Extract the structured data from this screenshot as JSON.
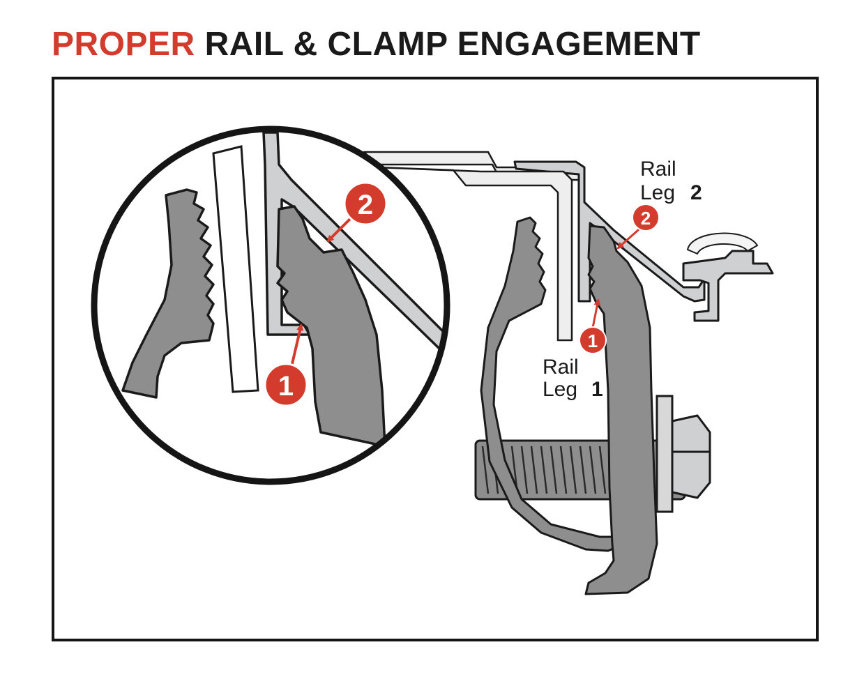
{
  "title": {
    "accent": "PROPER",
    "rest": "RAIL & CLAMP ENGAGEMENT"
  },
  "labels": {
    "rail_leg_1": {
      "word1": "Rail",
      "word2": "Leg",
      "num": "1"
    },
    "rail_leg_2": {
      "word1": "Rail",
      "word2": "Leg",
      "num": "2"
    }
  },
  "markers": {
    "callout_1": "1",
    "callout_2": "2",
    "detail_1": "1",
    "detail_2": "2"
  },
  "colors": {
    "accent_red": "#d33b2c",
    "clamp_gray": "#8e8e8e",
    "rail_gray": "#cfd0d1",
    "outline": "#151515"
  }
}
